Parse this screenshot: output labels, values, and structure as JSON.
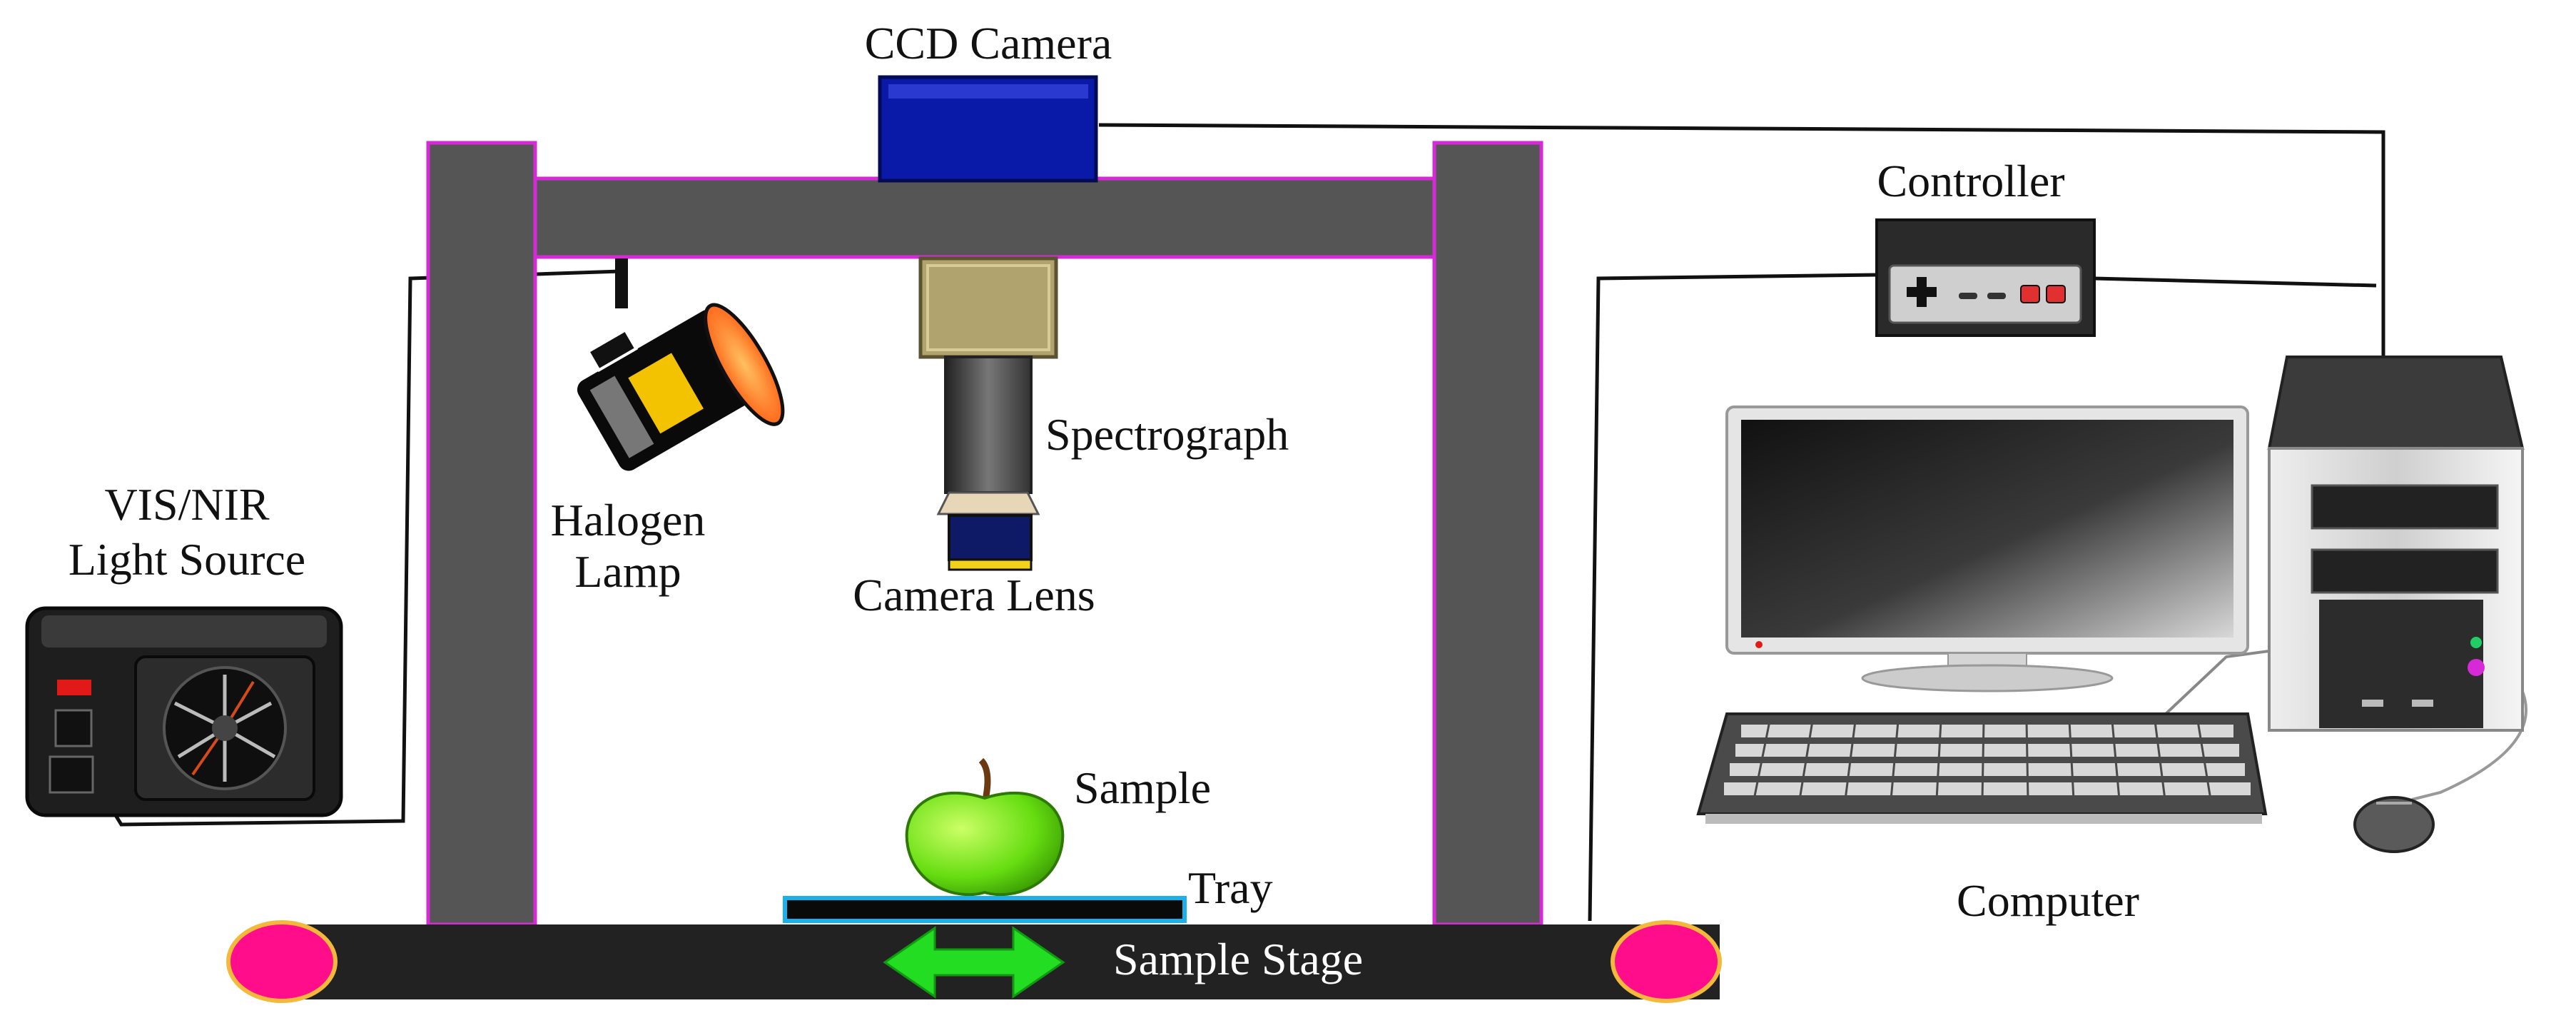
{
  "labels": {
    "ccd_camera": "CCD Camera",
    "controller": "Controller",
    "spectrograph": "Spectrograph",
    "halogen_line1": "Halogen",
    "halogen_line2": "Lamp",
    "camera_lens": "Camera Lens",
    "light_source_line1": "VIS/NIR",
    "light_source_line2": "Light Source",
    "sample": "Sample",
    "tray": "Tray",
    "sample_stage": "Sample Stage",
    "computer": "Computer"
  },
  "colors": {
    "frame": "#555555",
    "frame_outline": "#d62ad6",
    "ccd_camera": "#0a1aa8",
    "spectrograph_body": "#b1a36d",
    "lamp_glow": "#ff6a1a",
    "tray_outline": "#1ab0e8",
    "stage": "#222222",
    "roller": "#ff0d8a",
    "roller_outline": "#f4b93a",
    "arrow": "#22dd22",
    "apple": "#66dd11"
  }
}
